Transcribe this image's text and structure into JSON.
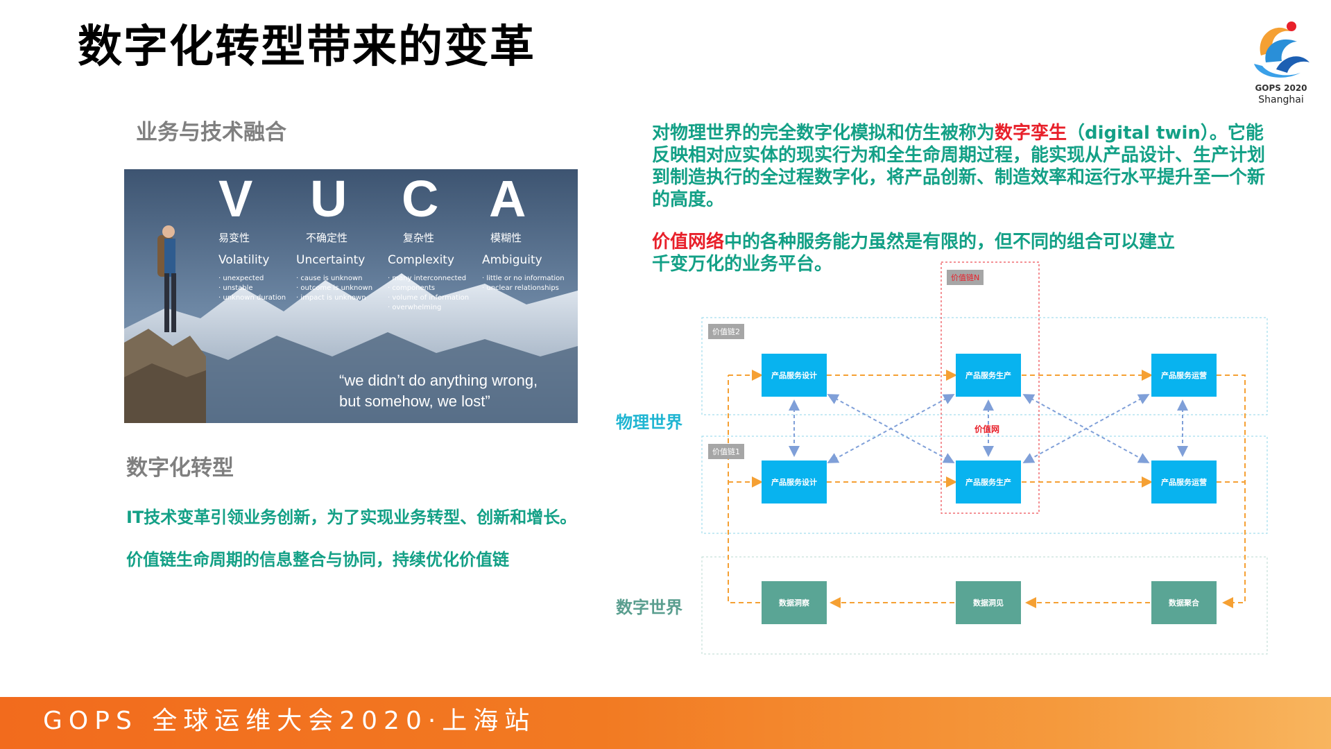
{
  "title": "数字化转型带来的变革",
  "logo": {
    "year": "GOPS 2020",
    "city": "Shanghai"
  },
  "left": {
    "section1_heading": "业务与技术融合",
    "vuca": {
      "columns": [
        {
          "letter": "V",
          "cn": "易变性",
          "en": "Volatility",
          "bullets": [
            "unexpected",
            "unstable",
            "unknown duration"
          ]
        },
        {
          "letter": "U",
          "cn": "不确定性",
          "en": "Uncertainty",
          "bullets": [
            "cause is unknown",
            "outcome is unknown",
            "impact is unknown"
          ]
        },
        {
          "letter": "C",
          "cn": "复杂性",
          "en": "Complexity",
          "bullets": [
            "many interconnected",
            "components",
            "volume of information",
            "overwhelming"
          ]
        },
        {
          "letter": "A",
          "cn": "模糊性",
          "en": "Ambiguity",
          "bullets": [
            "little or no information",
            "unclear relationships"
          ]
        }
      ],
      "quote_line1": "“we didn’t do anything wrong,",
      "quote_line2": "but somehow, we lost”"
    },
    "section2_heading": "数字化转型",
    "point1": "IT技术变革引领业务创新，为了实现业务转型、创新和增长。",
    "point2": "价值链生命周期的信息整合与协同，持续优化价值链"
  },
  "right": {
    "para1_pre": "对物理世界的完全数字化模拟和仿生被称为",
    "para1_red": "数字孪生",
    "para1_post": "（digital twin）。它能反映相对应实体的现实行为和全生命周期过程，能实现从产品设计、生产计划到制造执行的全过程数字化，将产品创新、制造效率和运行水平提升至一个新的高度。",
    "para2_red": "价值网络",
    "para2_post": "中的各种服务能力虽然是有限的，但不同的组合可以建立千变万化的业务平台。"
  },
  "diagram": {
    "world_physical": "物理世界",
    "world_digital": "数字世界",
    "chain_n": "价值链N",
    "chain_2": "价值链2",
    "chain_1": "价值链1",
    "value_network": "价值网",
    "row1": [
      "产品服务设计",
      "产品服务生产",
      "产品服务运营"
    ],
    "row2": [
      "产品服务设计",
      "产品服务生产",
      "产品服务运营"
    ],
    "row3": [
      "数据洞察",
      "数据洞见",
      "数据聚合"
    ],
    "colors": {
      "blue": "#08b3ef",
      "green": "#5aa595",
      "orange_arrow": "#f5a033",
      "blue_arrow": "#7f9fd8",
      "red": "#e8202a"
    }
  },
  "footer": {
    "text": "GOPS 全球运维大会2020·上海站"
  }
}
